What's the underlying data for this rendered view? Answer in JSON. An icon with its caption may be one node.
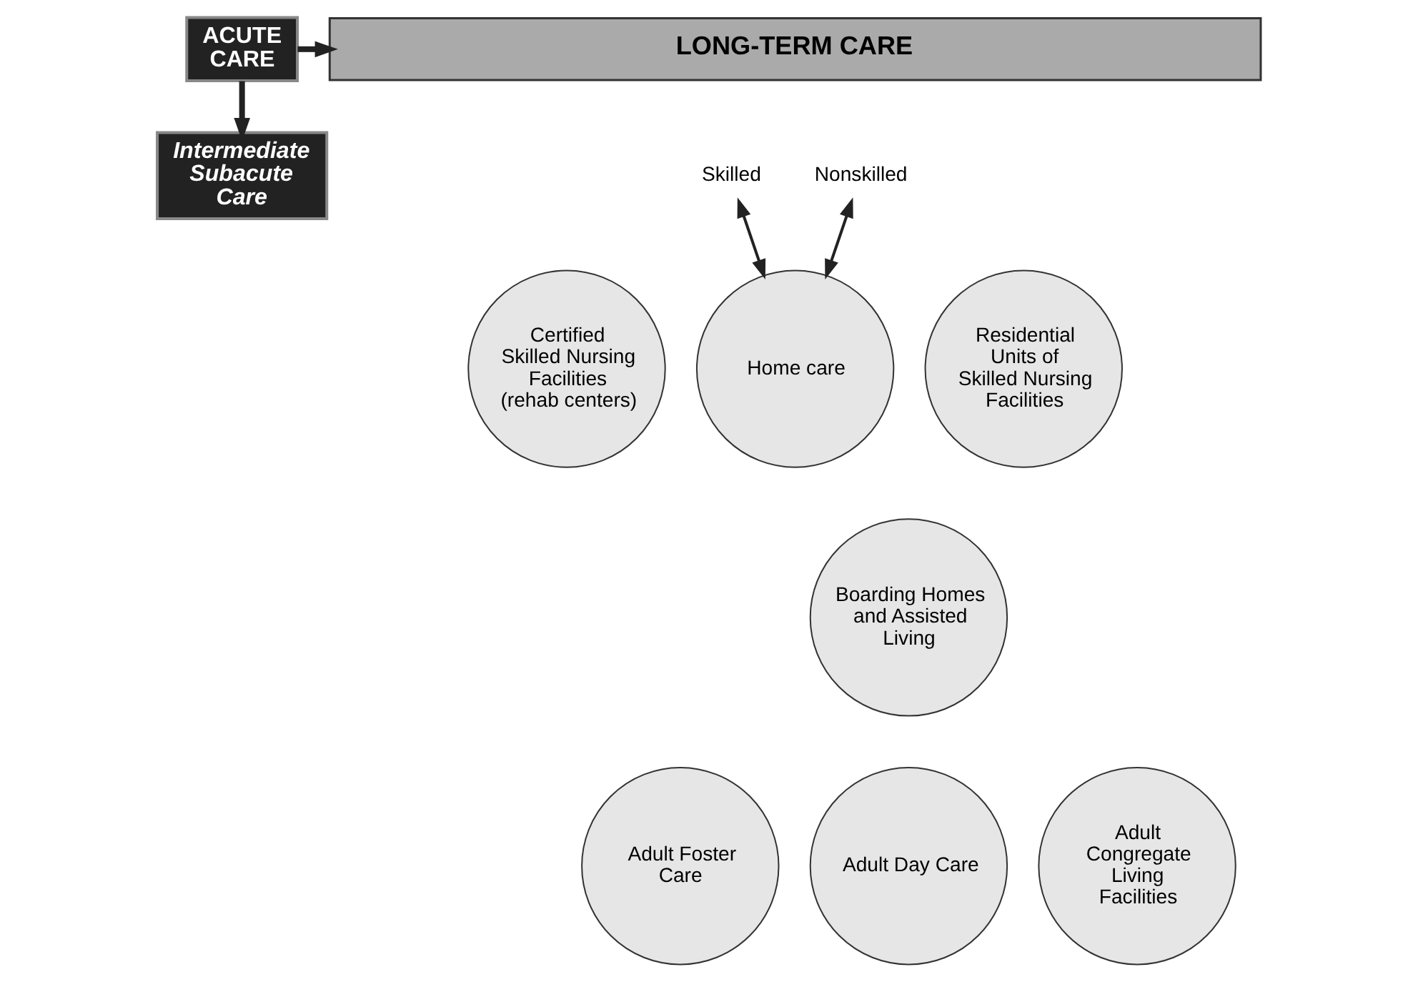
{
  "diagram": {
    "nodes": [
      {
        "text": [
          "ACUTE CARE"
        ]
      },
      {
        "text": [
          "Intermediate Subacute Care"
        ]
      },
      {
        "text": [
          "LONG-TERM CARE"
        ]
      },
      {
        "text": [
          "Skilled"
        ]
      },
      {
        "text": [
          "Nonskilled"
        ]
      },
      {
        "text": [
          "Certified Skilled Nursing Facilities (rehab centers)"
        ]
      },
      {
        "text": [
          "Residential Units of Skilled Nursing Facilities"
        ]
      },
      {
        "text": [
          "Boarding Homes and Assisted Living"
        ]
      },
      {
        "text": [
          "Adult Congregate Living Facilities"
        ]
      },
      {
        "text": [
          "Adult Foster Care"
        ]
      },
      {
        "text": [
          "Adult Day Care"
        ]
      },
      {
        "text": [
          "Home care"
        ]
      }
    ],
    "edges": [
      {
        "from": 0,
        "to": 2,
        "arrow": "to",
        "style": "thick"
      },
      {
        "from": 0,
        "to": 1,
        "arrow": "to",
        "style": "thick"
      },
      {
        "from": 3,
        "to": 11,
        "arrow": "both"
      },
      {
        "from": 4,
        "to": 11,
        "arrow": "both"
      }
    ]
  }
}
